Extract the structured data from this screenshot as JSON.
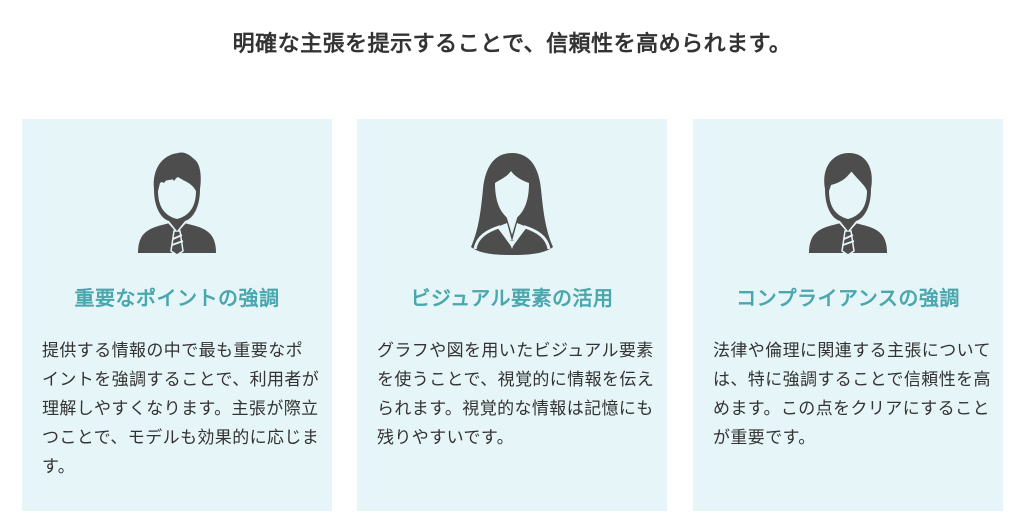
{
  "page": {
    "title": "明確な主張を提示することで、信頼性を高められます。"
  },
  "colors": {
    "card_background": "#e6f5f7",
    "heading": "#4aa7ad",
    "icon": "#4d4d4d",
    "text": "#333333"
  },
  "cards": [
    {
      "icon": "businessman-icon",
      "heading": "重要なポイントの強調",
      "body": "提供する情報の中で最も重要なポイントを強調することで、利用者が理解しやすくなります。主張が際立つことで、モデルも効果的に応じます。"
    },
    {
      "icon": "businesswoman-icon",
      "heading": "ビジュアル要素の活用",
      "body": "グラフや図を用いたビジュアル要素を使うことで、視覚的に情報を伝えられます。視覚的な情報は記憶にも残りやすいです。"
    },
    {
      "icon": "businessman-icon",
      "heading": "コンプライアンスの強調",
      "body": "法律や倫理に関連する主張については、特に強調することで信頼性を高めます。この点をクリアにすることが重要です。"
    }
  ]
}
